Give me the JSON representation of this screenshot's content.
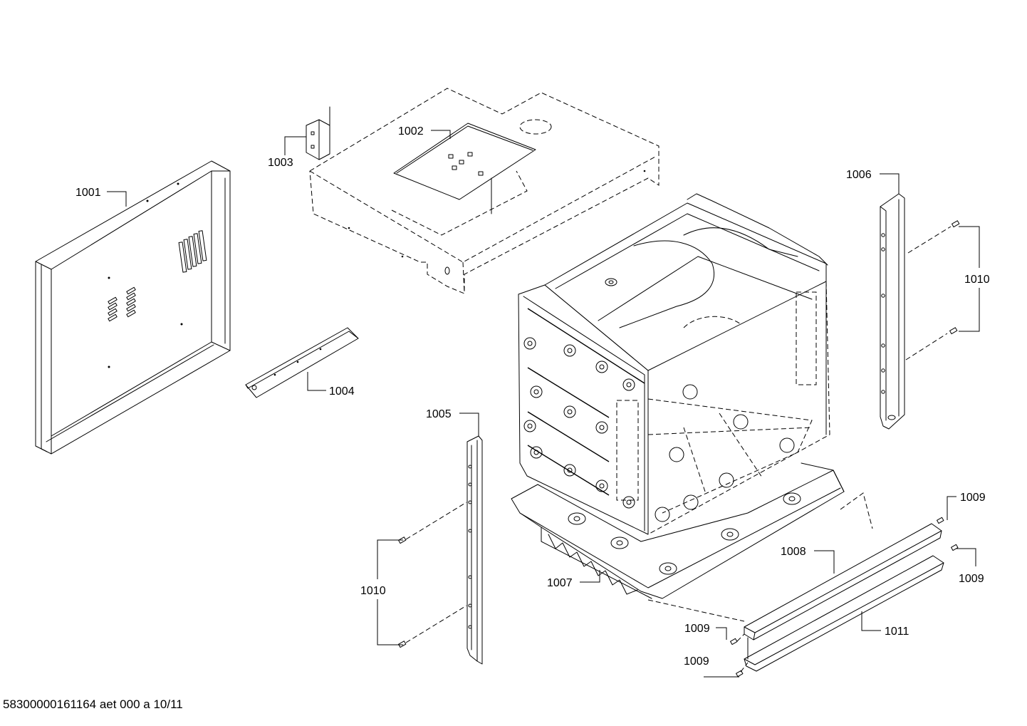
{
  "labels": {
    "p1001": "1001",
    "p1002": "1002",
    "p1003": "1003",
    "p1004": "1004",
    "p1005": "1005",
    "p1006": "1006",
    "p1007": "1007",
    "p1008": "1008",
    "p1009_a": "1009",
    "p1009_b": "1009",
    "p1009_c": "1009",
    "p1009_d": "1009",
    "p1010_a": "1010",
    "p1010_b": "1010",
    "p1011": "1011"
  },
  "footer": "58300000161164 aet 000 a 10/11"
}
